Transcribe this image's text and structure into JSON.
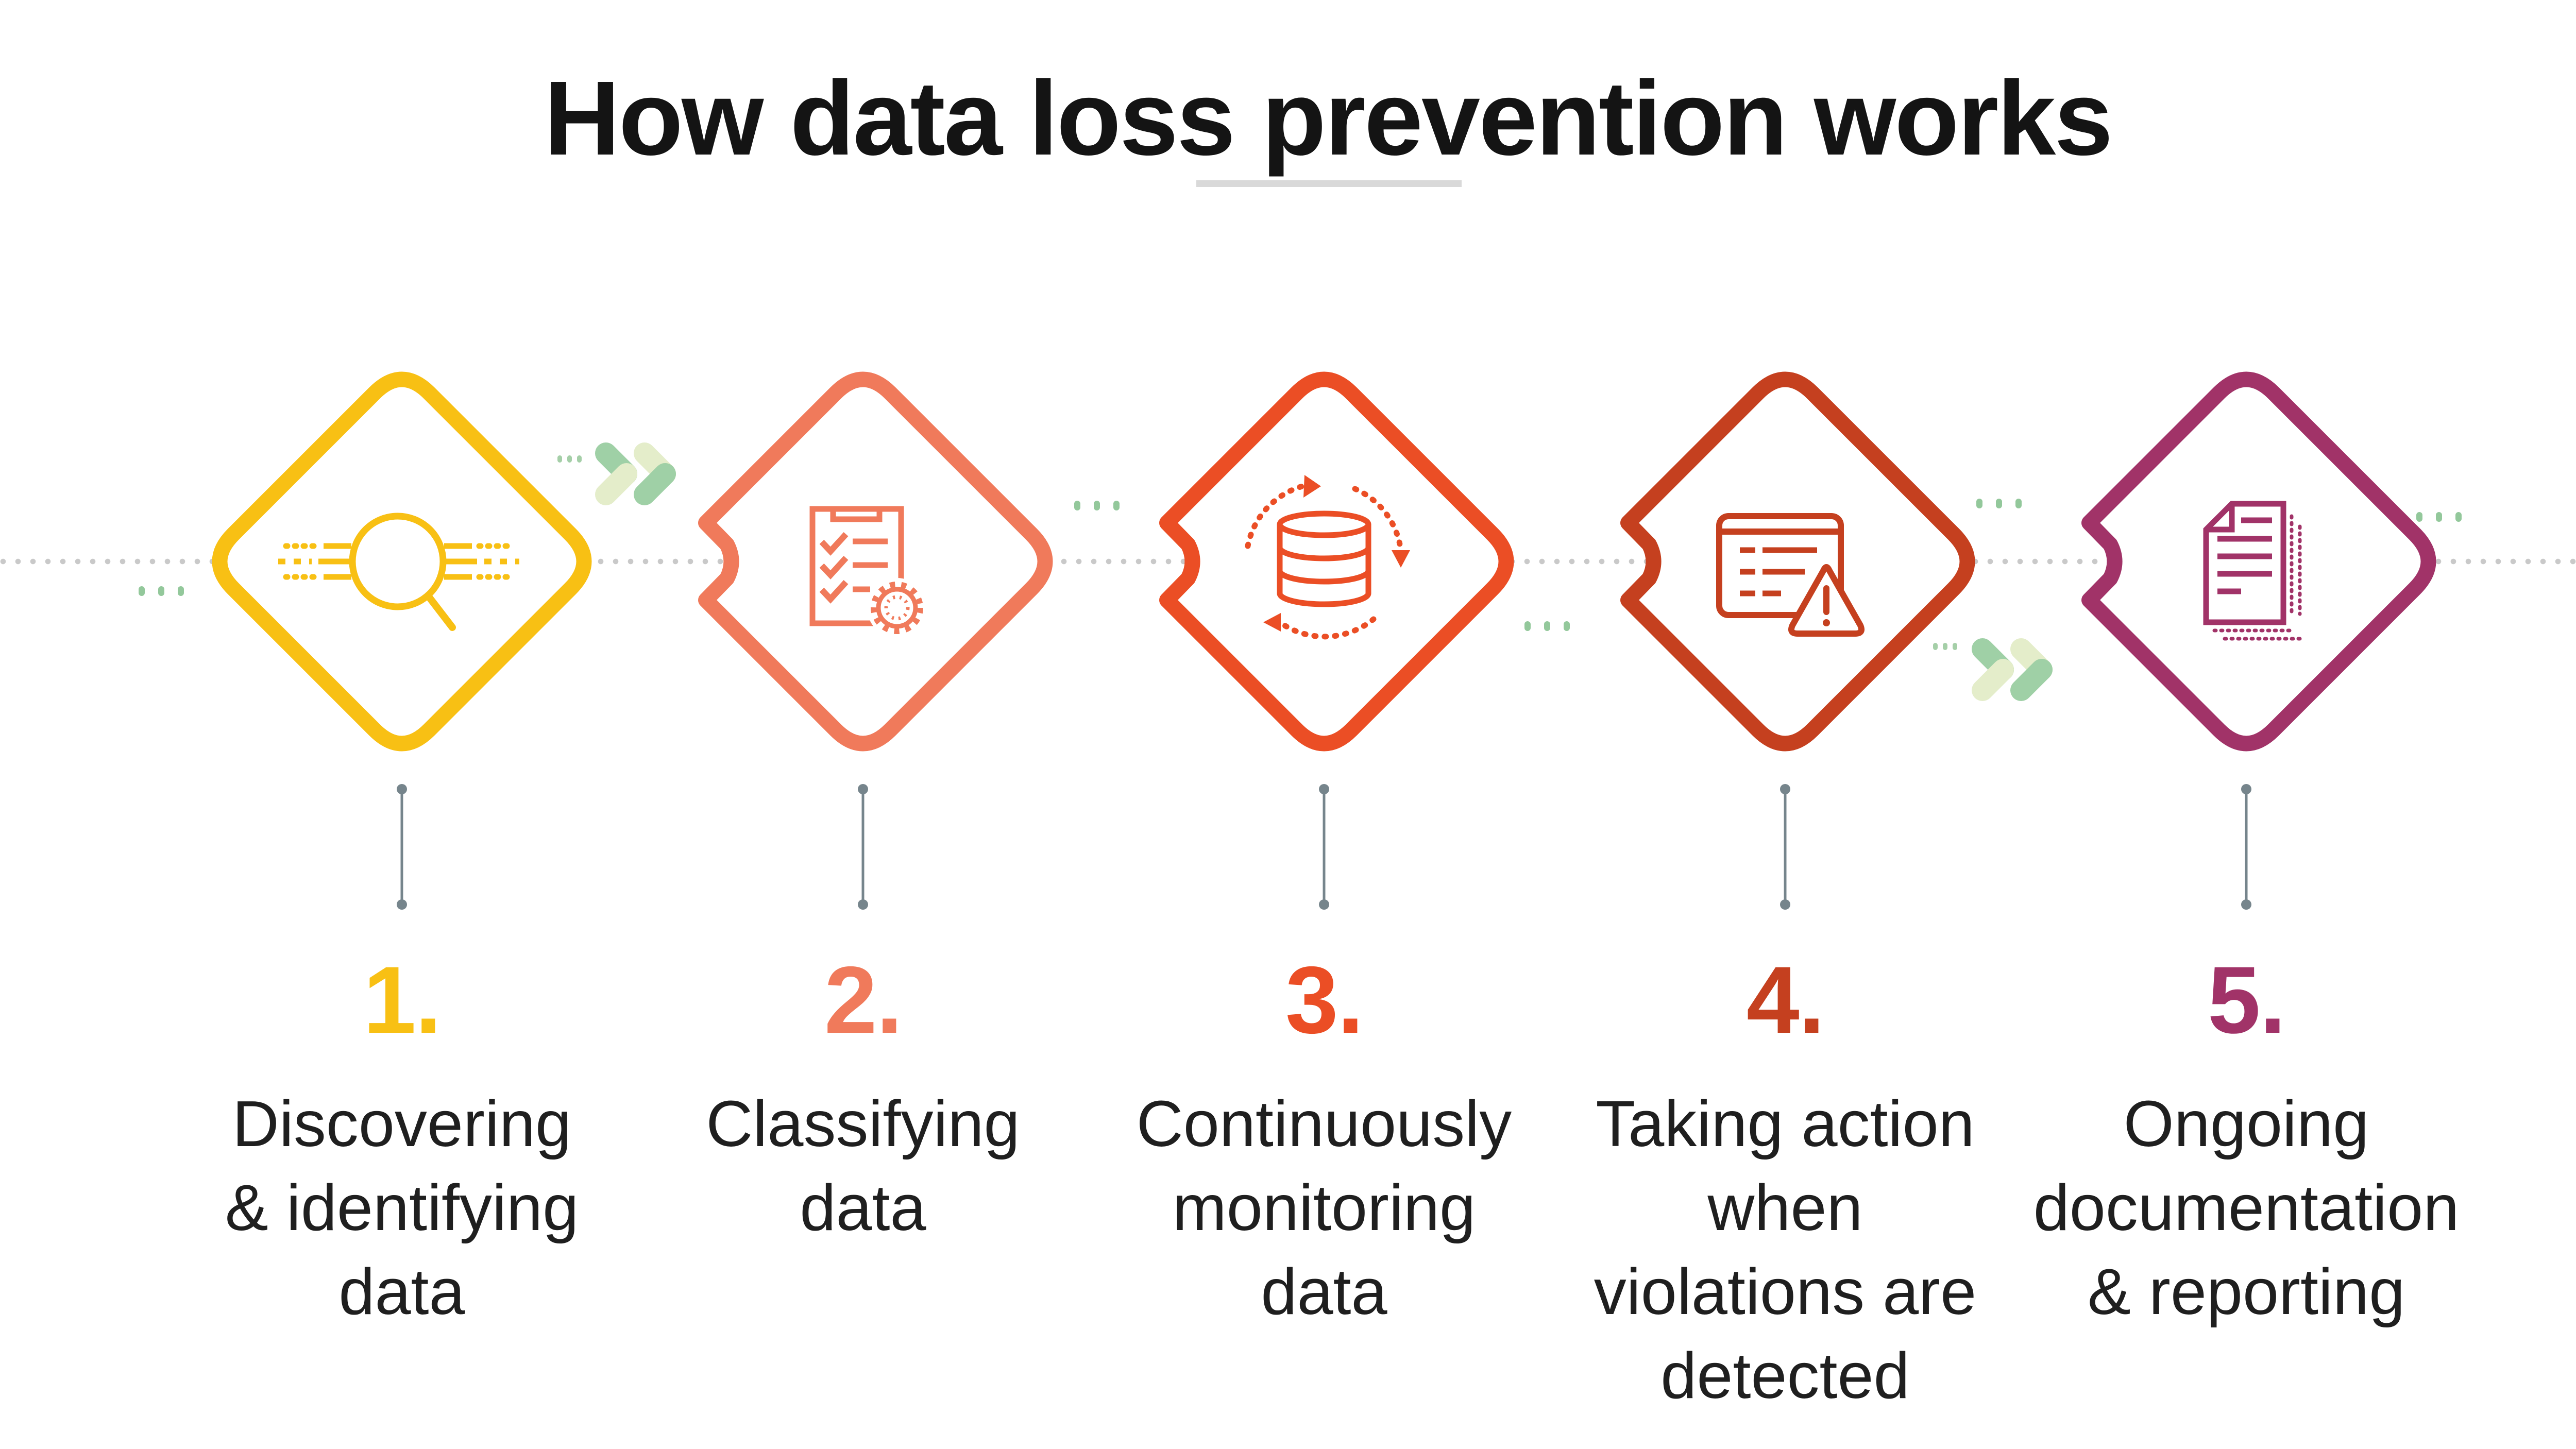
{
  "title": "How data loss prevention works",
  "steps": [
    {
      "number": "1.",
      "label": "Discovering & identifying data",
      "lines": [
        "Discovering",
        "& identifying",
        "data"
      ],
      "color": "#F8C014",
      "icon": "search-scan-icon"
    },
    {
      "number": "2.",
      "label": "Classifying data",
      "lines": [
        "Classifying",
        "data"
      ],
      "color": "#F07A5B",
      "icon": "checklist-gear-icon"
    },
    {
      "number": "3.",
      "label": "Continuously monitoring data",
      "lines": [
        "Continuously",
        "monitoring",
        "data"
      ],
      "color": "#EB4E25",
      "icon": "database-sync-icon"
    },
    {
      "number": "4.",
      "label": "Taking action when violations are detected",
      "lines": [
        "Taking action",
        "when",
        "violations are",
        "detected"
      ],
      "color": "#C5401F",
      "icon": "browser-warning-icon"
    },
    {
      "number": "5.",
      "label": "Ongoing documentation & reporting",
      "lines": [
        "Ongoing",
        "documentation",
        "& reporting"
      ],
      "color": "#A13368",
      "icon": "document-stack-icon"
    }
  ],
  "colors": {
    "title_text": "#141414",
    "label_text": "#1F1F1F",
    "title_underline": "#D9D9D9",
    "timeline_dots": "#C9C9C9",
    "connector_gray": "#76858C",
    "accent_green": "#93C89B",
    "chevron_green_medium": "#9FD0A6",
    "chevron_green_light": "#E4EDCA",
    "chevron_elbow_dark": "#8AC394",
    "chevron_elbow_olive": "#C9D4A2",
    "background": "#FFFFFF"
  }
}
